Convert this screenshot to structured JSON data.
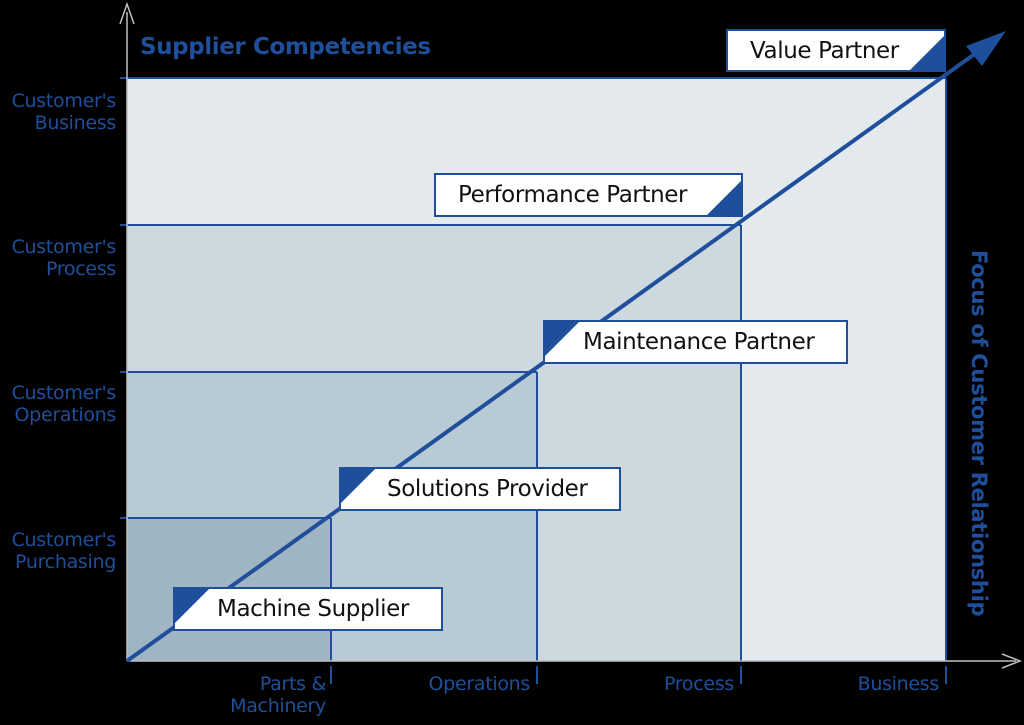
{
  "title": "Supplier Competencies",
  "side_label": "Focus of Customer Relationship",
  "y_levels": [
    {
      "line1": "Customer's",
      "line2": "Business"
    },
    {
      "line1": "Customer's",
      "line2": "Process"
    },
    {
      "line1": "Customer's",
      "line2": "Operations"
    },
    {
      "line1": "Customer's",
      "line2": "Purchasing"
    }
  ],
  "x_levels": [
    {
      "line1": "Parts &",
      "line2": "Machinery"
    },
    {
      "line1": "Operations"
    },
    {
      "line1": "Process"
    },
    {
      "line1": "Business"
    }
  ],
  "stages": [
    {
      "label": "Machine Supplier"
    },
    {
      "label": "Solutions Provider"
    },
    {
      "label": "Maintenance Partner"
    },
    {
      "label": "Performance Partner"
    },
    {
      "label": "Value Partner"
    }
  ],
  "colors": {
    "accent": "#1f4f9a",
    "background": "#000000",
    "zone_lightest": "#e4e9ed",
    "zone_light": "#cdd8df",
    "zone_mid": "#b8cad4",
    "zone_dark": "#9fb5c3"
  }
}
